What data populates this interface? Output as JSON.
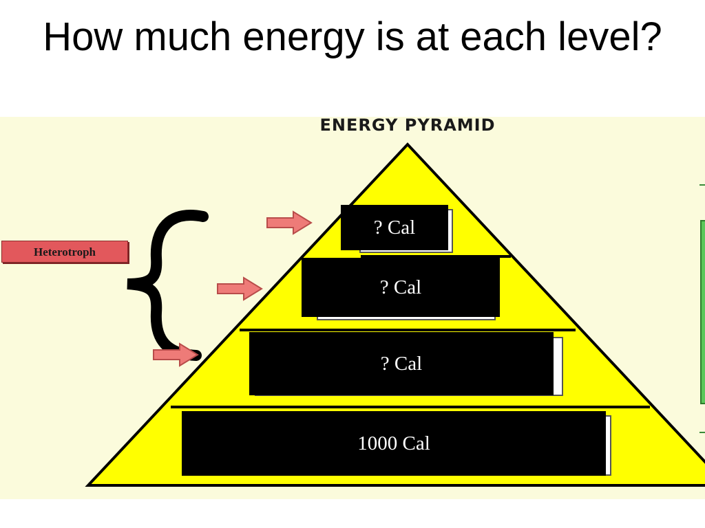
{
  "slide": {
    "title": "How much energy is at each level?"
  },
  "figure": {
    "heading": "ENERGY PYRAMID",
    "side_label": "Heterotroph",
    "levels": [
      {
        "label": "? Cal"
      },
      {
        "label": "? Cal"
      },
      {
        "label": "? Cal"
      },
      {
        "label": "1000 Cal"
      }
    ]
  },
  "colors": {
    "pyramid_fill": "#ffff00",
    "figure_background": "#fbfbdc",
    "level_box": "#000000",
    "heterotroph_label": "#e2585c",
    "arrow": "#ee7b78",
    "edge_bar": "#5cc75a"
  }
}
